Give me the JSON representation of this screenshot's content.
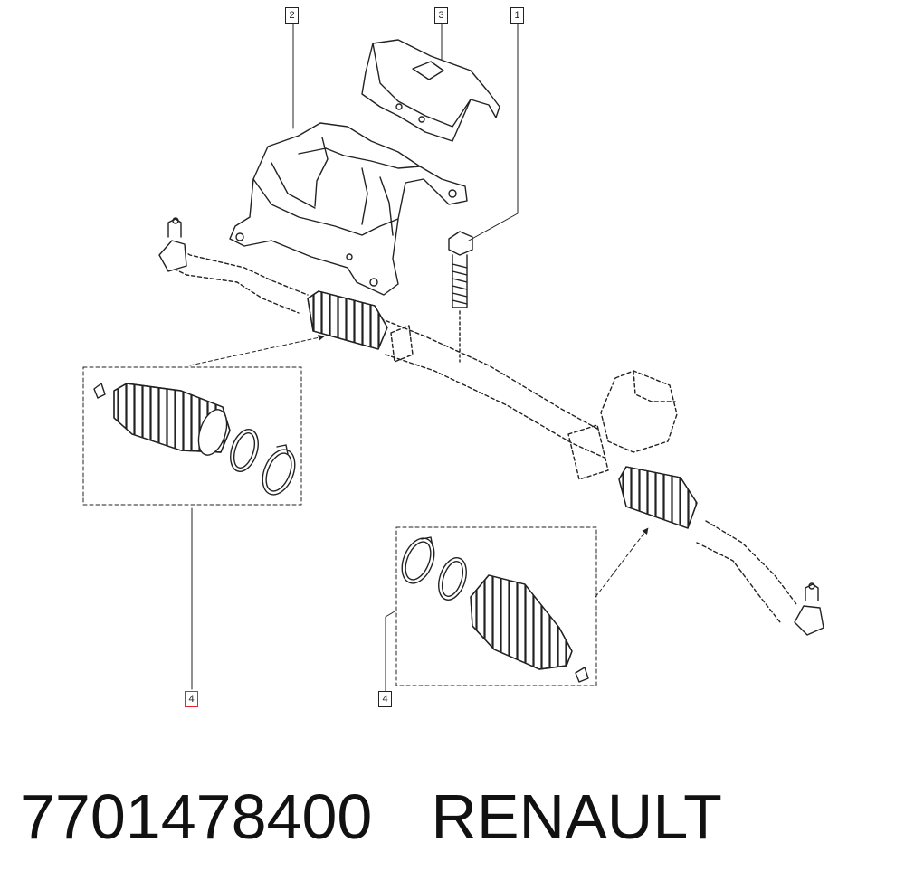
{
  "callouts": {
    "c1": "1",
    "c2": "2",
    "c3": "3",
    "c4a": "4",
    "c4b": "4"
  },
  "caption": {
    "part_number": "7701478400",
    "brand": "RENAULT"
  },
  "colors": {
    "line": "#222222",
    "highlight": "#e0262a"
  }
}
